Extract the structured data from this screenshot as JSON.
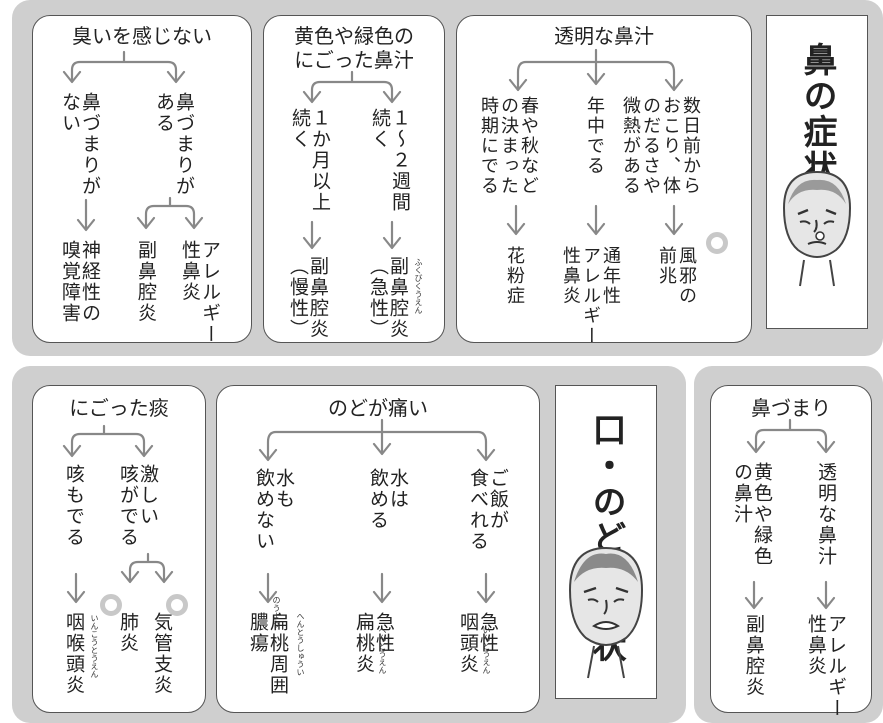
{
  "colors": {
    "band": "#cfcfcf",
    "border": "#555555",
    "arrow": "#888888",
    "circle": "#c8c8c8"
  },
  "nose_section": {
    "title": "鼻の症状",
    "smell": {
      "title": "臭いを感じない",
      "a": "鼻づまりが\nない",
      "b": "鼻づまりが\nある",
      "a_result": "神経性の\n嗅覚障害",
      "b_result1": "副鼻腔炎",
      "b_result2": "アレルギー\n性鼻炎"
    },
    "colored": {
      "title": "黄色や緑色の\nにごった鼻汁",
      "a": "１か月以上\n続く",
      "b": "１〜２週間\n続く",
      "a_result": "副鼻腔炎\n（慢性）",
      "b_result": "副鼻腔炎\n（急性）",
      "b_ruby": "ふくびくうえん"
    },
    "clear": {
      "title": "透明な鼻汁",
      "a": "春や秋など\nの決まった\n時期にでる",
      "b": "年中でる",
      "c": "数日前から\nおこり、体\nのだるさや\n微熱がある",
      "a_result": "花粉症",
      "b_result": "通年性\nアレルギー\n性鼻炎",
      "c_result": "風邪の\n前兆"
    },
    "stuffy": {
      "title": "鼻づまり",
      "a": "黄色や緑色\nの鼻汁",
      "b": "透明な鼻汁",
      "a_result": "副鼻腔炎",
      "b_result": "アレルギー\n性鼻炎"
    }
  },
  "throat_section": {
    "title": "口・のどの症状",
    "phlegm": {
      "title": "にごった痰",
      "a": "咳もでる",
      "b": "激しい\n咳がでる",
      "a_result": "咽喉頭炎",
      "a_ruby": "いんこうとうえん",
      "b_result1": "肺炎",
      "b_result2": "気管支炎"
    },
    "sore": {
      "title": "のどが痛い",
      "a": "水も\n飲めない",
      "b": "水は\n飲める",
      "c": "ご飯が\n食べれる",
      "a_result": "扁桃周囲\n膿瘍",
      "a_ruby1": "へんとうしゅうい",
      "a_ruby2": "のうよう",
      "b_result": "急性\n扁桃炎",
      "b_ruby": "へんとうえん",
      "c_result": "急性\n咽頭炎",
      "c_ruby": "いんとうえん"
    }
  },
  "icons": {
    "sick_face": "sick-face-icon",
    "decor": "ring-decoration"
  }
}
